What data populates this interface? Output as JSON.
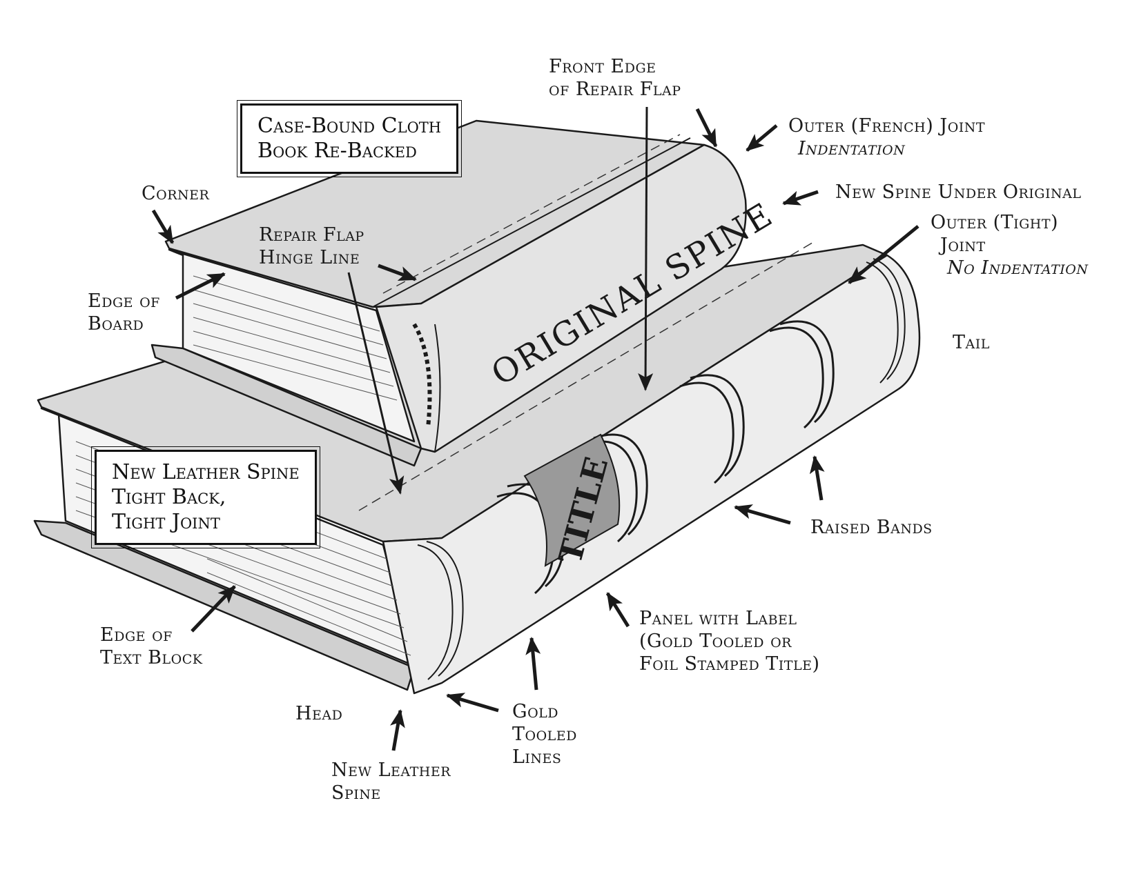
{
  "boxes": {
    "case_bound": [
      "Case-Bound Cloth",
      "Book Re-Backed"
    ],
    "new_leather": [
      "New Leather Spine",
      "Tight Back,",
      "Tight Joint"
    ]
  },
  "spine_text": {
    "original": "ORIGINAL SPINE",
    "title": "TITLE"
  },
  "labels": {
    "front_edge": [
      "Front Edge",
      "of Repair Flap"
    ],
    "outer_french_joint": [
      "Outer (French) Joint",
      "Indentation"
    ],
    "new_spine_under": "New Spine Under Original",
    "corner": "Corner",
    "repair_flap": [
      "Repair Flap",
      "Hinge Line"
    ],
    "outer_tight_joint": [
      "Outer (Tight)",
      "Joint",
      "No Indentation"
    ],
    "edge_of_board": [
      "Edge of",
      "Board"
    ],
    "tail": "Tail",
    "raised_bands": "Raised Bands",
    "panel_with_label": [
      "Panel with Label",
      "(Gold Tooled or",
      "Foil Stamped Title)"
    ],
    "edge_of_text_block": [
      "Edge of",
      "Text Block"
    ],
    "head": "Head",
    "gold_tooled": [
      "Gold",
      "Tooled",
      "Lines"
    ],
    "new_leather_spine": [
      "New Leather",
      "Spine"
    ]
  },
  "colors": {
    "cover_gray": "#d8d8d8",
    "spine_gray": "#e6e6e6",
    "panel_gray": "#9a9a9a",
    "ink": "#1a1a1a",
    "page_white": "#ffffff"
  }
}
